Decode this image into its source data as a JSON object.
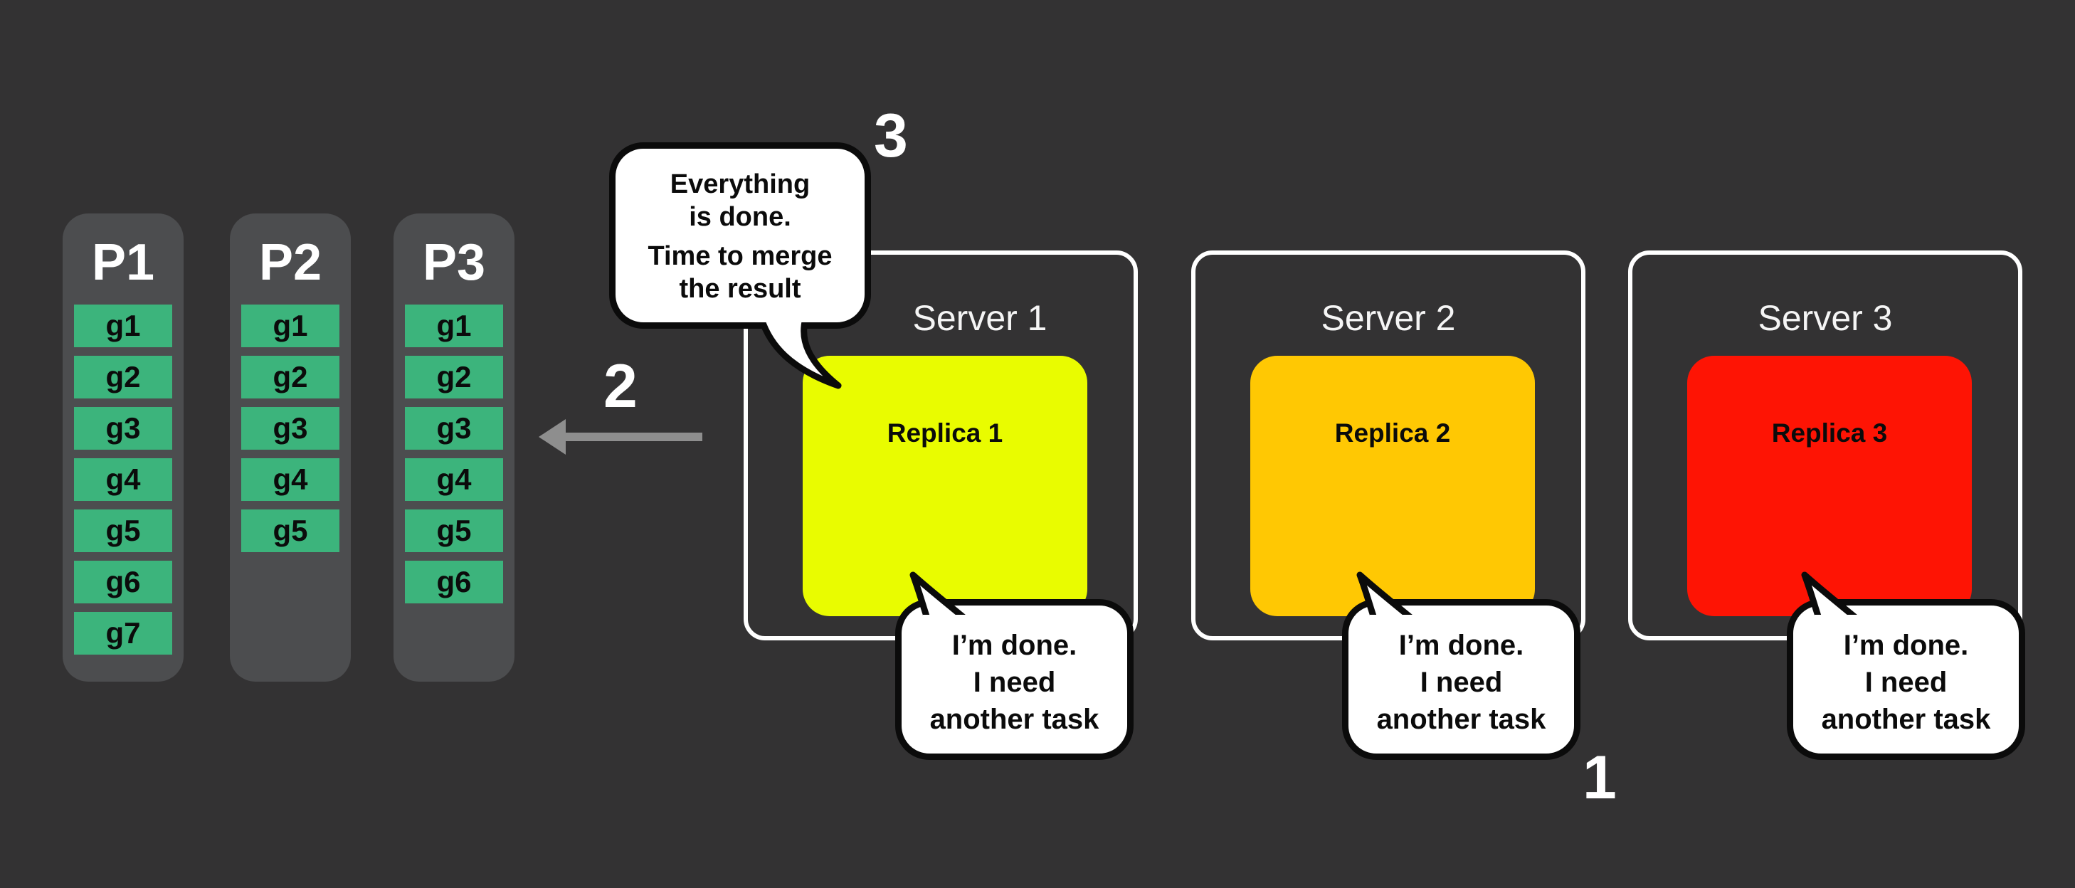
{
  "colors": {
    "background": "#333233",
    "partition_panel": "#4c4d4f",
    "task_green": "#3cb47c",
    "replica_yellow": "#e9fc00",
    "replica_orange": "#ffc803",
    "replica_red": "#fe1404",
    "bubble_fill": "#ffffff",
    "bubble_border": "#0b0b0b",
    "arrow_gray": "#8e8e8e",
    "text_white": "#ffffff",
    "text_black": "#0b0b0b"
  },
  "partitions": {
    "items": [
      {
        "label": "P1",
        "tasks": [
          "g1",
          "g2",
          "g3",
          "g4",
          "g5",
          "g6",
          "g7"
        ]
      },
      {
        "label": "P2",
        "tasks": [
          "g1",
          "g2",
          "g3",
          "g4",
          "g5"
        ]
      },
      {
        "label": "P3",
        "tasks": [
          "g1",
          "g2",
          "g3",
          "g4",
          "g5",
          "g6"
        ]
      }
    ]
  },
  "servers": [
    {
      "label": "Server 1",
      "replica": "Replica 1",
      "color": "#e9fc00"
    },
    {
      "label": "Server 2",
      "replica": "Replica 2",
      "color": "#ffc803"
    },
    {
      "label": "Server 3",
      "replica": "Replica 3",
      "color": "#fe1404"
    }
  ],
  "bubbles": {
    "merge": {
      "lines": [
        "Everything",
        "is done.",
        "Time to merge",
        "the result"
      ]
    },
    "done": {
      "lines": [
        "I’m done.",
        "I need",
        "another task"
      ]
    }
  },
  "steps": {
    "one": "1",
    "two": "2",
    "three": "3"
  }
}
